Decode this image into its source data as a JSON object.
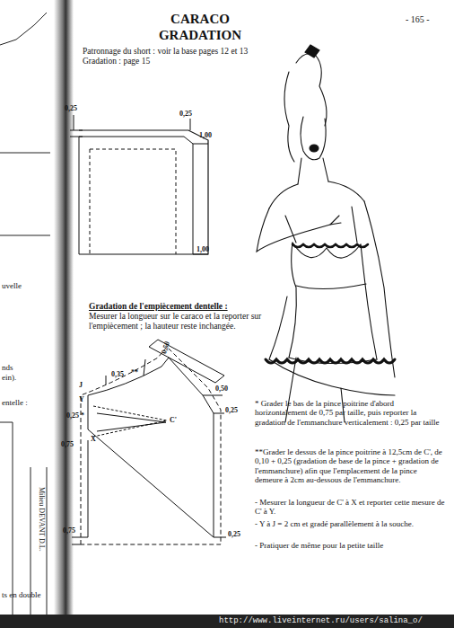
{
  "diagram": {
    "title": "CARACO GRADATION",
    "labels": [
      "- 165 -",
      "Patronnage du short : voir la base pages 12 et 13",
      "Gradation : page 15",
      "0,25",
      "0,25",
      "1,00",
      "1,00",
      "Gradation de l'empiècement dentelle :",
      "Mesurer la longueur sur le caraco et la reporter sur l'empiècement ; la hauteur reste inchangée.",
      "0,35",
      "**",
      "0,50",
      "J",
      "Y",
      "0,25 *",
      "C'",
      "X",
      "0,75",
      "0,50",
      "0,25",
      "0,75",
      "0,25",
      "* Grader le bas de la pince poitrine d'abord horizontalement de 0,75 par taille, puis reporter la gradation de l'emmanchure verticalement : 0,25 par taille",
      "**Grader le dessus de la pince poitrine à 12,5cm de C', de 0,10 + 0,25 (gradation de base de la pince + gradation de l'emmanchure) afin que l'emplacement de la pince demeure à 2cm au-dessous de l'emmanchure.",
      "- Mesurer la longueur de C' à X et reporter cette mesure de C' à Y.",
      "- Y à J = 2 cm et gradé parallèlement à la souche.",
      "- Pratiquer de même pour la petite taille",
      "uvelle",
      "nds",
      "ein).",
      "entelle :",
      "Milieu DEVANT D.L.",
      "ts en double",
      "http://www.liveinternet.ru/users/salina_o/"
    ]
  }
}
